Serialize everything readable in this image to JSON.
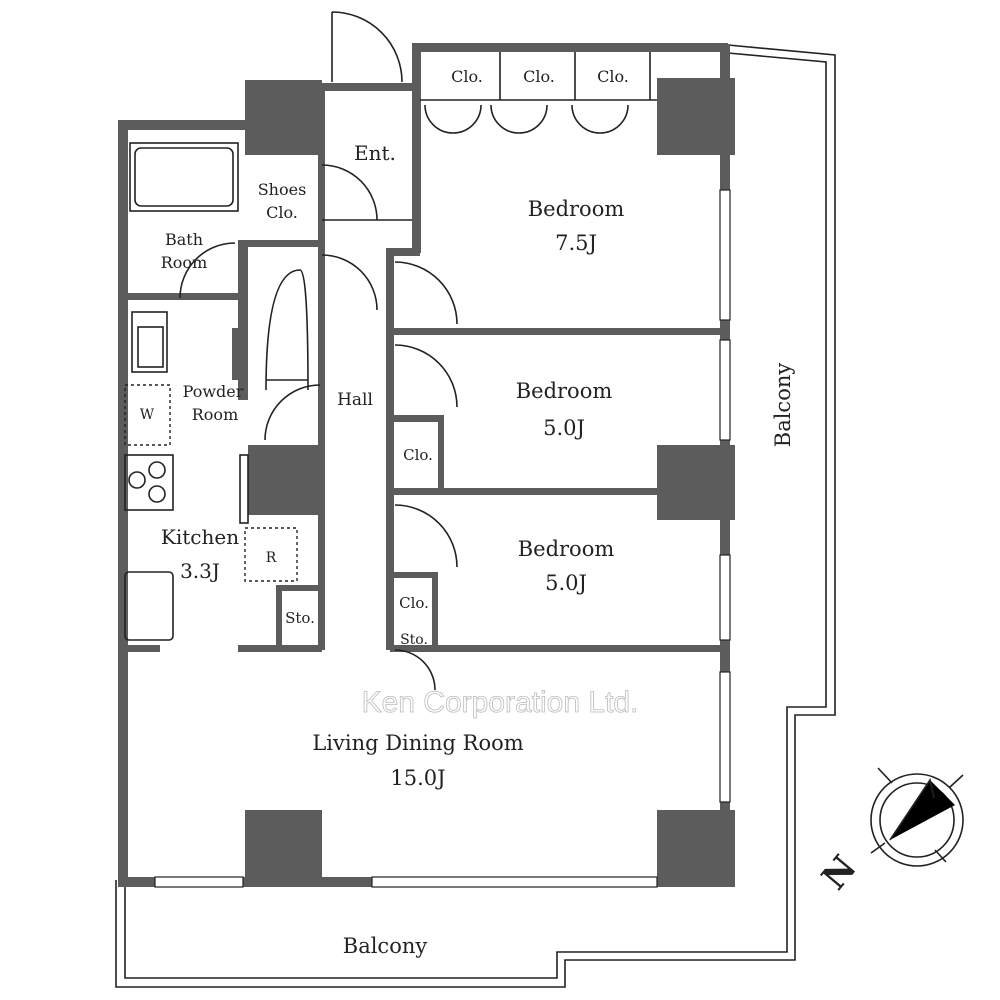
{
  "plan": {
    "rooms": {
      "entrance": "Ent.",
      "shoes_closet_1": "Shoes",
      "shoes_closet_2": "Clo.",
      "bath_1": "Bath",
      "bath_2": "Room",
      "powder_1": "Powder",
      "powder_2": "Room",
      "washer": "W",
      "hall": "Hall",
      "kitchen": "Kitchen",
      "kitchen_size": "3.3J",
      "fridge": "R",
      "storage_kitchen": "Sto.",
      "bedroom1": "Bedroom",
      "bedroom1_size": "7.5J",
      "bedroom2": "Bedroom",
      "bedroom2_size": "5.0J",
      "bedroom3": "Bedroom",
      "bedroom3_size": "5.0J",
      "closet_a": "Clo.",
      "closet_b": "Clo.",
      "closet_c": "Clo.",
      "closet_bed2": "Clo.",
      "closet_bed3": "Clo.",
      "storage_bed3": "Sto.",
      "living": "Living Dining Room",
      "living_size": "15.0J",
      "balcony_east": "Balcony",
      "balcony_south": "Balcony"
    },
    "compass_label": "N",
    "watermark": "Ken Corporation Ltd.",
    "colors": {
      "wall": "#5c5c5c",
      "line": "#222222"
    }
  }
}
